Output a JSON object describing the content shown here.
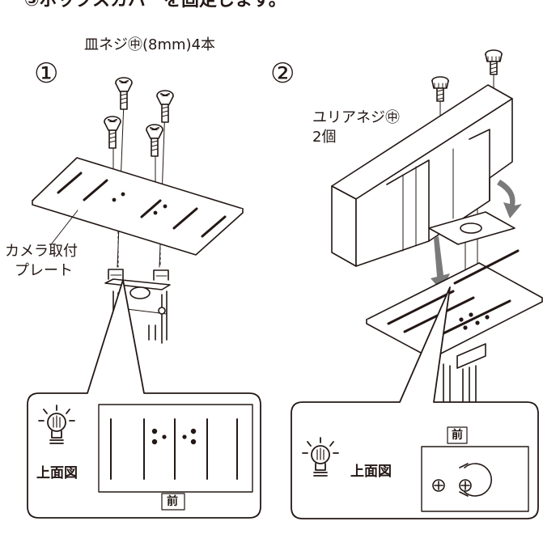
{
  "header_text": "③ボックスカバーを固定します。",
  "step1": {
    "number": "①",
    "screw_label": "皿ネジ㊥(8mm)4本",
    "plate_label_line1": "カメラ取付",
    "plate_label_line2": "プレート",
    "inset": {
      "title": "上面図",
      "front_label": "前",
      "icon": "lightbulb-hand-icon"
    }
  },
  "step2": {
    "number": "②",
    "screw_label_line1": "ユリアネジ㊥",
    "screw_label_line2": "2個",
    "inset": {
      "title": "上面図",
      "front_label": "前",
      "icon": "lightbulb-hand-icon"
    }
  },
  "colors": {
    "line": "#231815",
    "arrow_gray": "#7a7a7a",
    "background": "#ffffff"
  }
}
